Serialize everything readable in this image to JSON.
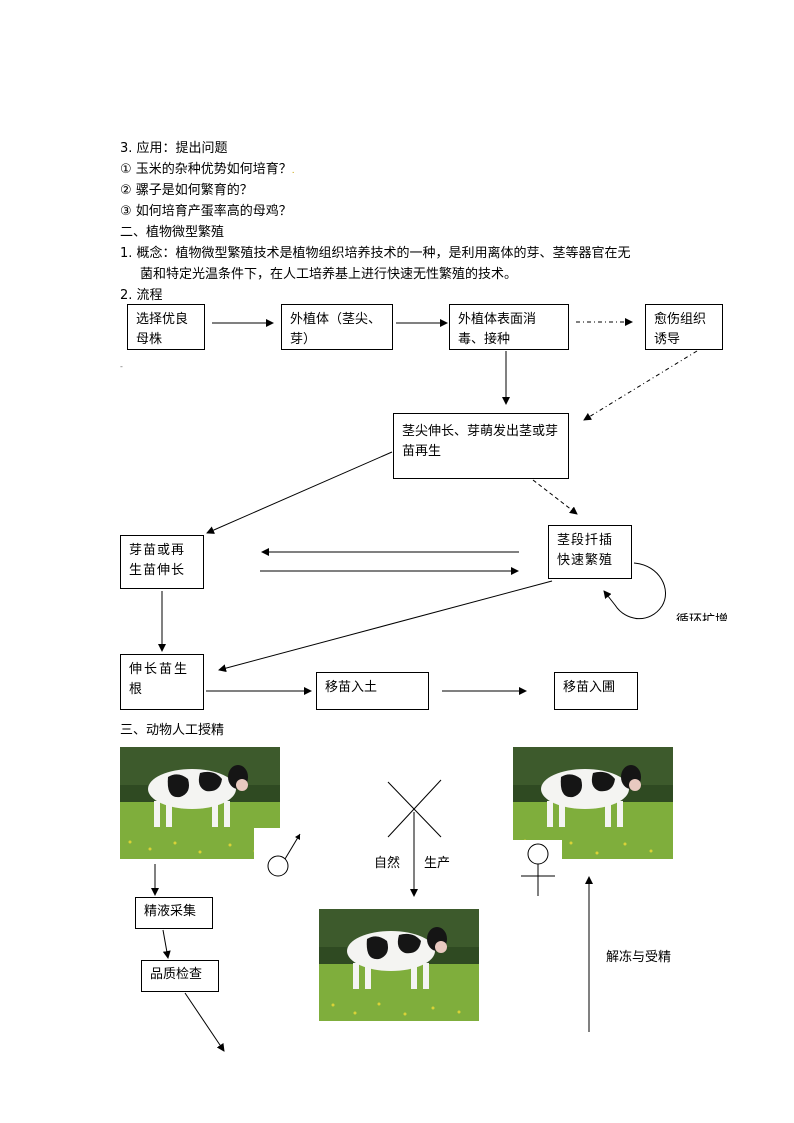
{
  "section_apply": {
    "heading": "3.  应用：提出问题",
    "q1": "①  玉米的杂种优势如何培育？",
    "q2": "②  骡子是如何繁育的？",
    "q3": "③  如何培育产蛋率高的母鸡？"
  },
  "section2": {
    "heading": "二、植物微型繁殖",
    "concept_line1": "1.  概念：植物微型繁殖技术是植物组织培养技术的一种，是利用离体的芽、茎等器官在无",
    "concept_line2": "菌和特定光温条件下，在人工培养基上进行快速无性繁殖的技术。",
    "flow_label": "2.  流程"
  },
  "flow": {
    "box1": "选择优良母株",
    "box2": "外植体（茎尖、芽）",
    "box3": "外植体表面消毒、接种",
    "box4": "愈伤组织诱导",
    "box5": "茎尖伸长、芽萌发出茎或芽苗再生",
    "box6": "芽苗或再生苗伸长",
    "box7": "茎段扦插快速繁殖",
    "box8": "伸长苗生根",
    "box9": "移苗入土",
    "box10": "移苗入圃",
    "loop_label": "循环扩增"
  },
  "section3": {
    "heading": "三、动物人工授精",
    "natural": "自然",
    "produce": "生产",
    "collect": "精液采集",
    "quality": "品质检查",
    "thaw": "解冻与受精"
  },
  "colors": {
    "grass": "#7fae3c",
    "forest": "#2f4a22",
    "cow_white": "#f4f4f2",
    "cow_black": "#151515"
  }
}
